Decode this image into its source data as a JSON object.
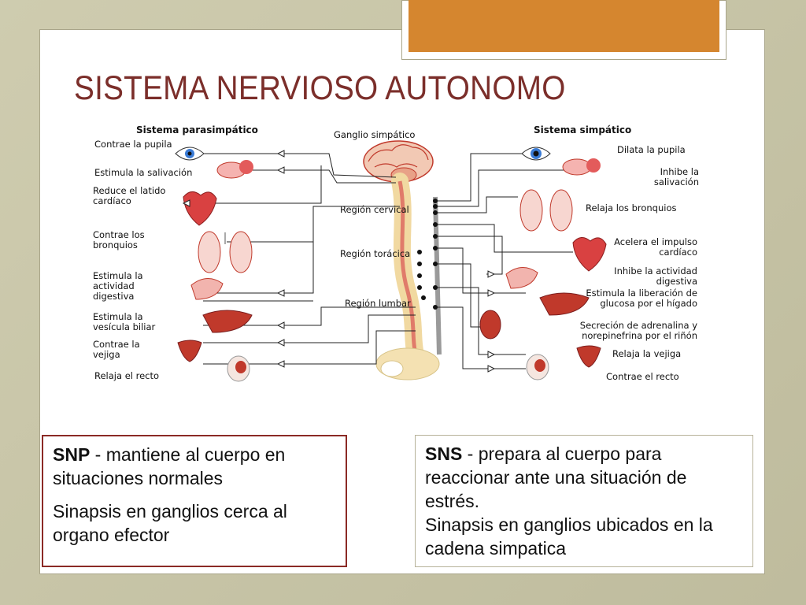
{
  "title": "SISTEMA NERVIOSO AUTONOMO",
  "diagram": {
    "left_heading": "Sistema parasimpático",
    "right_heading": "Sistema simpático",
    "center_heading": "Ganglio simpático",
    "regions": [
      "Región cervical",
      "Región torácica",
      "Región lumbar"
    ],
    "parasympathetic": [
      "Contrae la pupila",
      "Estimula la salivación",
      "Reduce el latido cardíaco",
      "Contrae los bronquios",
      "Estimula la actividad digestiva",
      "Estimula la vesícula biliar",
      "Contrae la vejiga",
      "Relaja el recto"
    ],
    "sympathetic": [
      "Dilata la pupila",
      "Inhibe la salivación",
      "Relaja los bronquios",
      "Acelera el impulso cardíaco",
      "Inhibe la actividad digestiva",
      "Estimula la liberación de glucosa por el hígado",
      "Secreción de adrenalina y norepinefrina por el riñón",
      "Relaja la vejiga",
      "Contrae el recto"
    ]
  },
  "snp": {
    "abbr": "SNP",
    "line1": " - mantiene al cuerpo en situaciones normales",
    "line2": "Sinapsis en ganglios cerca al organo efector"
  },
  "sns": {
    "abbr": "SNS",
    "line1": " - prepara al cuerpo para reaccionar ante una situación de estrés.",
    "line2": "Sinapsis en ganglios ubicados en la cadena simpatica"
  },
  "colors": {
    "accent": "#d5862f",
    "title": "#7b2e2a",
    "snp_border": "#8b2a25",
    "background": "#c9c6a6"
  }
}
